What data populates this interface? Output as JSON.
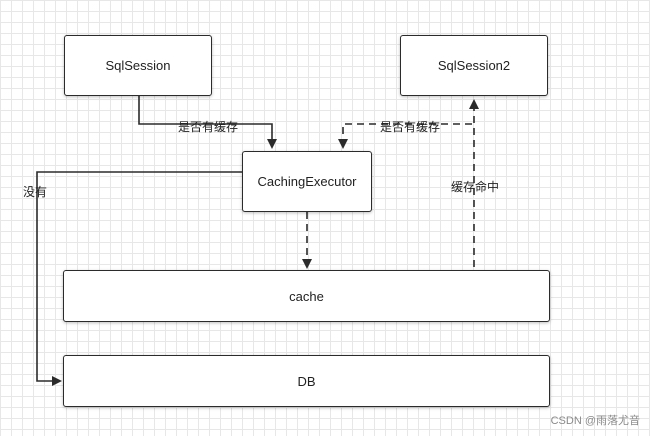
{
  "nodes": {
    "sqlsession": "SqlSession",
    "sqlsession2": "SqlSession2",
    "caching_executor": "CachingExecutor",
    "cache": "cache",
    "db": "DB"
  },
  "edges": {
    "query_cache_1": "是否有缓存",
    "query_cache_2": "是否有缓存",
    "cache_hit": "缓存命中",
    "no_cache": "没有"
  },
  "watermark": "CSDN @雨落尤音",
  "colors": {
    "stroke": "#2b2b2b",
    "grid": "#e7e7e7"
  }
}
